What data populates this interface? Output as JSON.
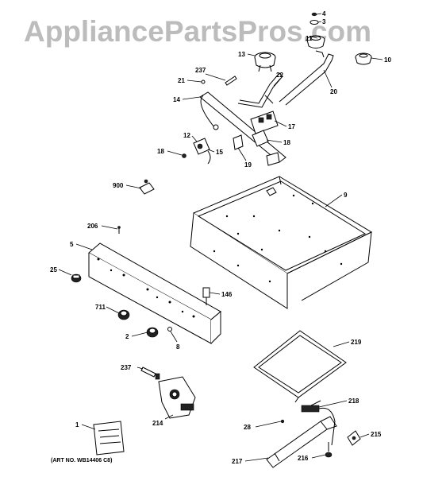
{
  "watermark": "AppliancePartsPros.com",
  "art_number": "(ART NO. WB14406 C8)",
  "callouts": [
    {
      "id": "c4",
      "label": "4"
    },
    {
      "id": "c3",
      "label": "3"
    },
    {
      "id": "c11",
      "label": "11"
    },
    {
      "id": "c13",
      "label": "13"
    },
    {
      "id": "c10",
      "label": "10"
    },
    {
      "id": "c237a",
      "label": "237"
    },
    {
      "id": "c22",
      "label": "22"
    },
    {
      "id": "c21",
      "label": "21"
    },
    {
      "id": "c20",
      "label": "20"
    },
    {
      "id": "c14",
      "label": "14"
    },
    {
      "id": "c17",
      "label": "17"
    },
    {
      "id": "c12",
      "label": "12"
    },
    {
      "id": "c18a",
      "label": "18"
    },
    {
      "id": "c15",
      "label": "15"
    },
    {
      "id": "c18b",
      "label": "18"
    },
    {
      "id": "c19",
      "label": "19"
    },
    {
      "id": "c900",
      "label": "900"
    },
    {
      "id": "c9",
      "label": "9"
    },
    {
      "id": "c206",
      "label": "206"
    },
    {
      "id": "c5",
      "label": "5"
    },
    {
      "id": "c25",
      "label": "25"
    },
    {
      "id": "c146",
      "label": "146"
    },
    {
      "id": "c711",
      "label": "711"
    },
    {
      "id": "c2",
      "label": "2"
    },
    {
      "id": "c8",
      "label": "8"
    },
    {
      "id": "c219",
      "label": "219"
    },
    {
      "id": "c237b",
      "label": "237"
    },
    {
      "id": "c218",
      "label": "218"
    },
    {
      "id": "c1",
      "label": "1"
    },
    {
      "id": "c214",
      "label": "214"
    },
    {
      "id": "c28",
      "label": "28"
    },
    {
      "id": "c215",
      "label": "215"
    },
    {
      "id": "c217",
      "label": "217"
    },
    {
      "id": "c216",
      "label": "216"
    }
  ]
}
